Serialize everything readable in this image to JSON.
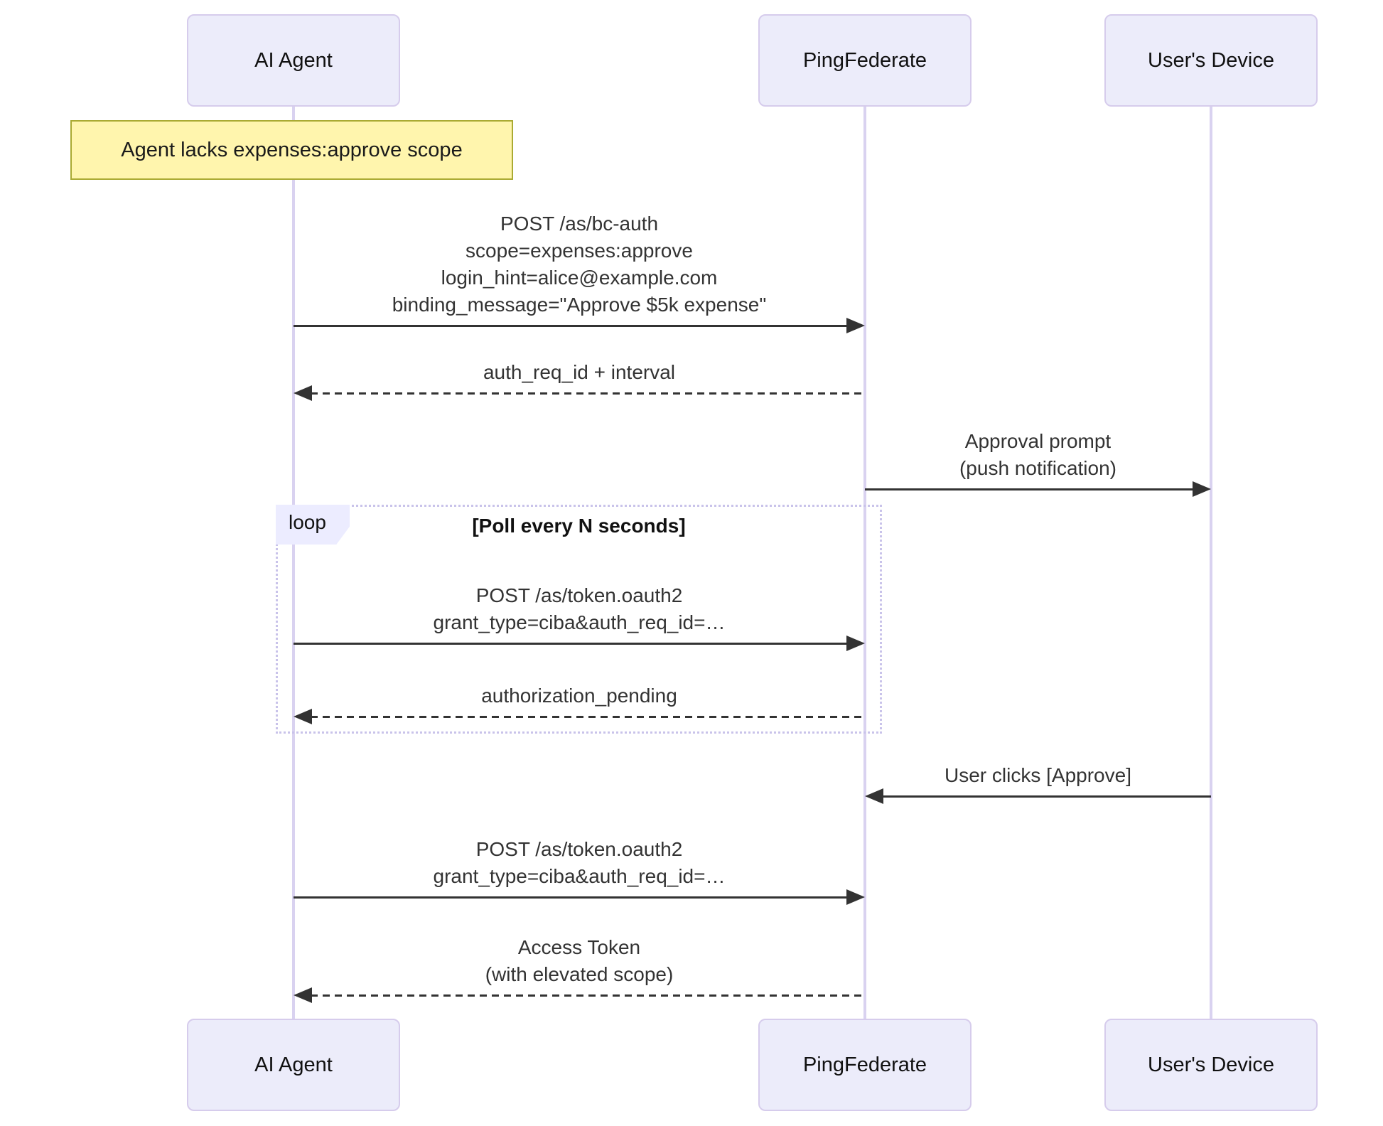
{
  "diagram": {
    "actors": [
      {
        "id": "agent",
        "label": "AI Agent"
      },
      {
        "id": "pingfederate",
        "label": "PingFederate"
      },
      {
        "id": "device",
        "label": "User's Device"
      }
    ],
    "note": {
      "text": "Agent lacks expenses:approve scope",
      "over": "agent"
    },
    "loop": {
      "label": "loop",
      "title": "[Poll every N seconds]"
    },
    "messages": [
      {
        "from": "agent",
        "to": "pingfederate",
        "style": "solid",
        "lines": [
          "POST /as/bc-auth",
          "scope=expenses:approve",
          "login_hint=alice@example.com",
          "binding_message=\"Approve $5k expense\""
        ]
      },
      {
        "from": "pingfederate",
        "to": "agent",
        "style": "dashed",
        "lines": [
          "auth_req_id + interval"
        ]
      },
      {
        "from": "pingfederate",
        "to": "device",
        "style": "solid",
        "lines": [
          "Approval prompt",
          "(push notification)"
        ]
      },
      {
        "from": "agent",
        "to": "pingfederate",
        "style": "solid",
        "in_loop": true,
        "lines": [
          "POST /as/token.oauth2",
          "grant_type=ciba&auth_req_id=…"
        ]
      },
      {
        "from": "pingfederate",
        "to": "agent",
        "style": "dashed",
        "in_loop": true,
        "lines": [
          "authorization_pending"
        ]
      },
      {
        "from": "device",
        "to": "pingfederate",
        "style": "solid",
        "lines": [
          "User clicks [Approve]"
        ]
      },
      {
        "from": "agent",
        "to": "pingfederate",
        "style": "solid",
        "lines": [
          "POST /as/token.oauth2",
          "grant_type=ciba&auth_req_id=…"
        ]
      },
      {
        "from": "pingfederate",
        "to": "agent",
        "style": "dashed",
        "lines": [
          "Access Token",
          "(with elevated scope)"
        ]
      }
    ],
    "colors": {
      "actor_fill": "#ECECFA",
      "actor_border": "#D6CCEC",
      "lifeline": "#D9D2F0",
      "note_fill": "#FFF5AD",
      "note_border": "#AAAA33",
      "loop_border": "#C9C3EA",
      "loop_tag_fill": "#ECECFF",
      "arrow": "#333333",
      "text": "#333333"
    }
  }
}
